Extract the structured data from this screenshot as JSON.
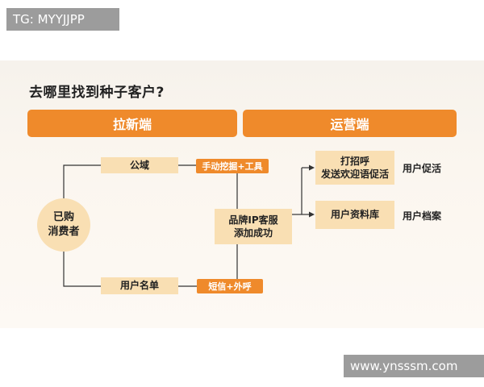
{
  "watermark_top": "TG: MYYJJPP",
  "watermark_bottom": "www.ynsssm.com",
  "diagram": {
    "title": "去哪里找到种子客户?",
    "tab_left": "拉新端",
    "tab_right": "运营端",
    "circle": "已购\n消费者",
    "node_public": "公域",
    "node_userlist": "用户名单",
    "pill_top": "手动挖掘+工具",
    "pill_bottom": "短信+外呼",
    "node_brand": "品牌IP客服\n添加成功",
    "node_greet": "打招呼\n发送欢迎语促活",
    "node_userdb": "用户资料库",
    "label_promote": "用户促活",
    "label_archive": "用户档案"
  }
}
